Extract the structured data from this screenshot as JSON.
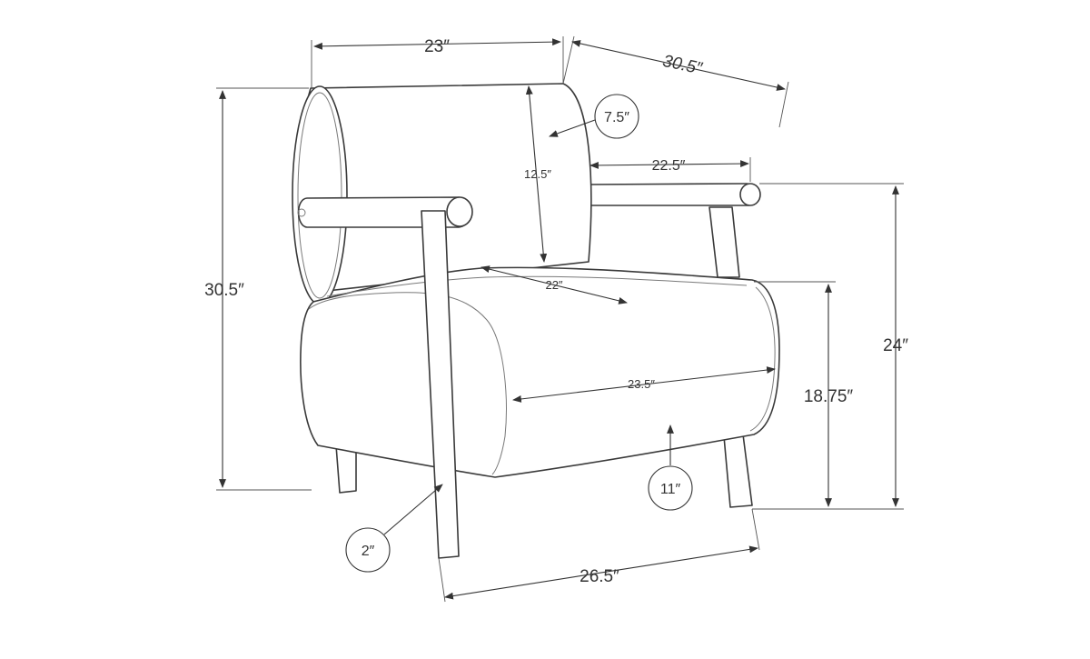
{
  "dimensions": {
    "seat_width_top": "23″",
    "depth_top": "30.5″",
    "total_height": "30.5″",
    "arm_length": "22.5″",
    "back_height": "12.5″",
    "back_cushion_diameter": "7.5″",
    "seat_depth": "22″",
    "seat_width": "23.5″",
    "seat_height": "18.75″",
    "arm_height": "24″",
    "seat_clearance": "11″",
    "leg_diameter": "2″",
    "total_width": "26.5″"
  },
  "colors": {
    "line": "#3a3a3a",
    "background": "#ffffff"
  }
}
